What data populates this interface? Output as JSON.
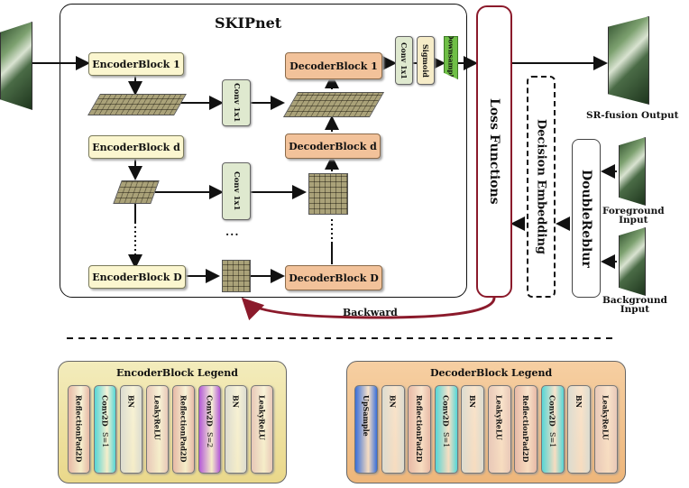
{
  "title": "SKIPnet",
  "encoder_blocks": [
    "EncoderBlock 1",
    "EncoderBlock d",
    "EncoderBlock D"
  ],
  "decoder_blocks": [
    "DecoderBlock 1",
    "DecoderBlock d",
    "DecoderBlock D"
  ],
  "conv_labels": [
    "Conv 1x1",
    "Conv 1x1"
  ],
  "head_layers": [
    "Conv 1x1",
    "Sigmoid",
    "Downsample"
  ],
  "loss_label": "Loss Functions",
  "decision_label": "Decision Embedding",
  "doubleblur_label": "DoubleReblur",
  "sr_output_label": "SR-fusion Output",
  "foreground_label": [
    "Foreground",
    "Input"
  ],
  "background_label": [
    "Background",
    "Input"
  ],
  "backward_label": "Backward",
  "ellipsis": "...",
  "encoder_legend": {
    "title": "EncoderBlock Legend",
    "layers": [
      {
        "name": "ReflectionPad2D",
        "sub": ""
      },
      {
        "name": "Conv2D",
        "sub": "S=1"
      },
      {
        "name": "BN",
        "sub": ""
      },
      {
        "name": "LeakyReLU",
        "sub": ""
      },
      {
        "name": "ReflectionPad2D",
        "sub": ""
      },
      {
        "name": "Conv2D",
        "sub": "S=2"
      },
      {
        "name": "BN",
        "sub": ""
      },
      {
        "name": "LeakyReLU",
        "sub": ""
      }
    ]
  },
  "decoder_legend": {
    "title": "DecoderBlock Legend",
    "layers": [
      {
        "name": "UpSample",
        "sub": ""
      },
      {
        "name": "BN",
        "sub": ""
      },
      {
        "name": "ReflectionPad2D",
        "sub": ""
      },
      {
        "name": "Conv2D",
        "sub": "S=1"
      },
      {
        "name": "BN",
        "sub": ""
      },
      {
        "name": "LeakyReLU",
        "sub": ""
      },
      {
        "name": "ReflectionPad2D",
        "sub": ""
      },
      {
        "name": "Conv2D",
        "sub": "S=1"
      },
      {
        "name": "BN",
        "sub": ""
      },
      {
        "name": "LeakyReLU",
        "sub": ""
      }
    ]
  },
  "colors": {
    "encoder_fill": "#fbf6cf",
    "decoder_fill": "#f2c29a",
    "loss_border": "#8b1a2b",
    "backward_arrow": "#8b1a2b",
    "encoder_legend_bg": "#f0e6a6",
    "decoder_legend_bg": "#f1c48c",
    "reflection_pad": "#e7b9a6",
    "conv2d_s1": "#56d6d6",
    "conv2d_s2": "#b45ad8",
    "bn": "#dcdcd0",
    "leakyrelu": "#e8c8b8",
    "upsample": "#3a6fd8"
  }
}
